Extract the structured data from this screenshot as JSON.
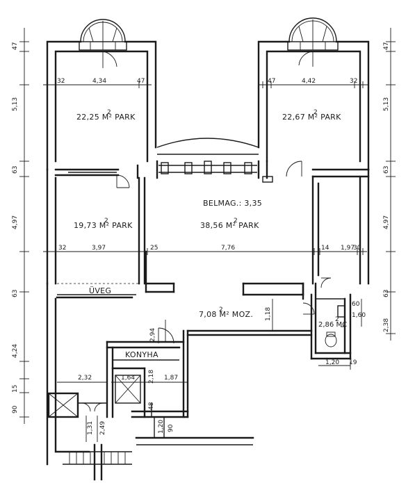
{
  "rooms": {
    "room_top_left": "22,25 M² PARK",
    "room_top_right": "22,67 M² PARK",
    "room_mid_left": "19,73 M² PARK",
    "living": "38,56 M² PARK",
    "ceiling_height": "BELMAG.: 3,35",
    "hall": "7,08 M² MOZ.",
    "wc": "2,86 MC",
    "kitchen": "KONYHA",
    "glass": "ÜVEG"
  },
  "dims_top": {
    "a": "32",
    "b": "4,34",
    "c": "47",
    "d": "47",
    "e": "4,42",
    "f": "32"
  },
  "dims_mid": {
    "a": "32",
    "b": "3,97",
    "c": "25",
    "d": "7,76",
    "e": "14",
    "f": "1,97",
    "g": "30"
  },
  "dims_left": {
    "a": "47",
    "b": "5,13",
    "c": "63",
    "d": "4,97",
    "e": "63",
    "f": "4,24",
    "g": "15",
    "h": "90"
  },
  "dims_right": {
    "a": "47",
    "b": "5,13",
    "c": "63",
    "d": "4,97",
    "e": "63",
    "f": "2,38"
  },
  "dims_inner": {
    "a": "2,94",
    "b": "1,18",
    "c": "2,32",
    "d": "1,64",
    "e": "2,18",
    "f": "1,87",
    "g": "48",
    "h": "1,31",
    "i": "2,49",
    "j": "1,20",
    "k": "90",
    "l": "60",
    "m": "1,60",
    "n": "1,20",
    "o": "19"
  }
}
